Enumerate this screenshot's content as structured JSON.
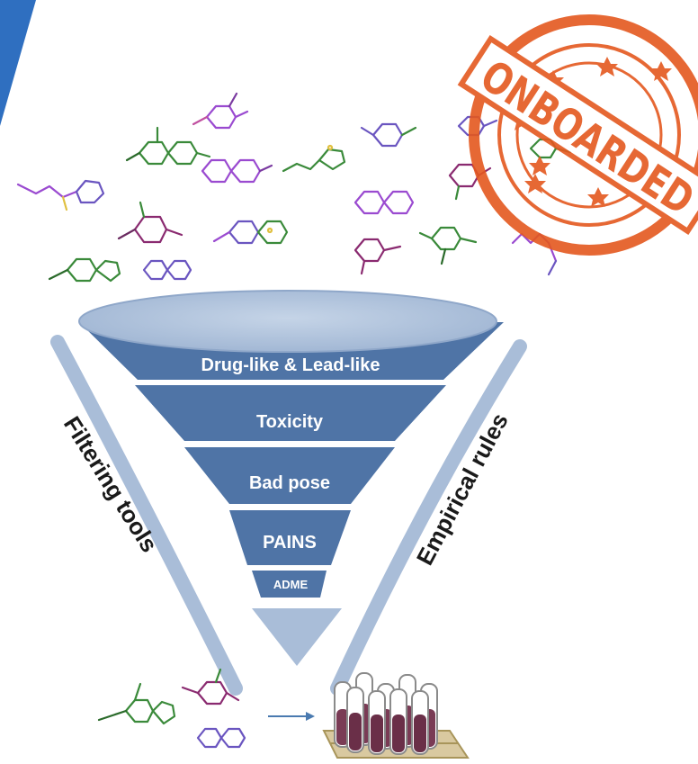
{
  "funnel": {
    "stages": [
      {
        "label": "Drug-like & Lead-like"
      },
      {
        "label": "Toxicity"
      },
      {
        "label": "Bad pose"
      },
      {
        "label": "PAINS"
      },
      {
        "label": "ADME"
      }
    ]
  },
  "side_labels": {
    "left": "Filtering tools",
    "right": "Empirical rules"
  },
  "stamp": {
    "text": "ONBOARDED"
  },
  "colors": {
    "funnel_band": "#4f74a6",
    "funnel_top": "#a9bdd8",
    "side_arcs": "#a9bdd8",
    "corner_shape": "#2f6fc0",
    "stamp": "#e4581f",
    "arrow": "#4a7ab0",
    "tube_liquid": "#7a3b55"
  },
  "icons": [
    "molecule-cluster-icon",
    "arrow-right-icon",
    "test-tube-rack-icon"
  ]
}
